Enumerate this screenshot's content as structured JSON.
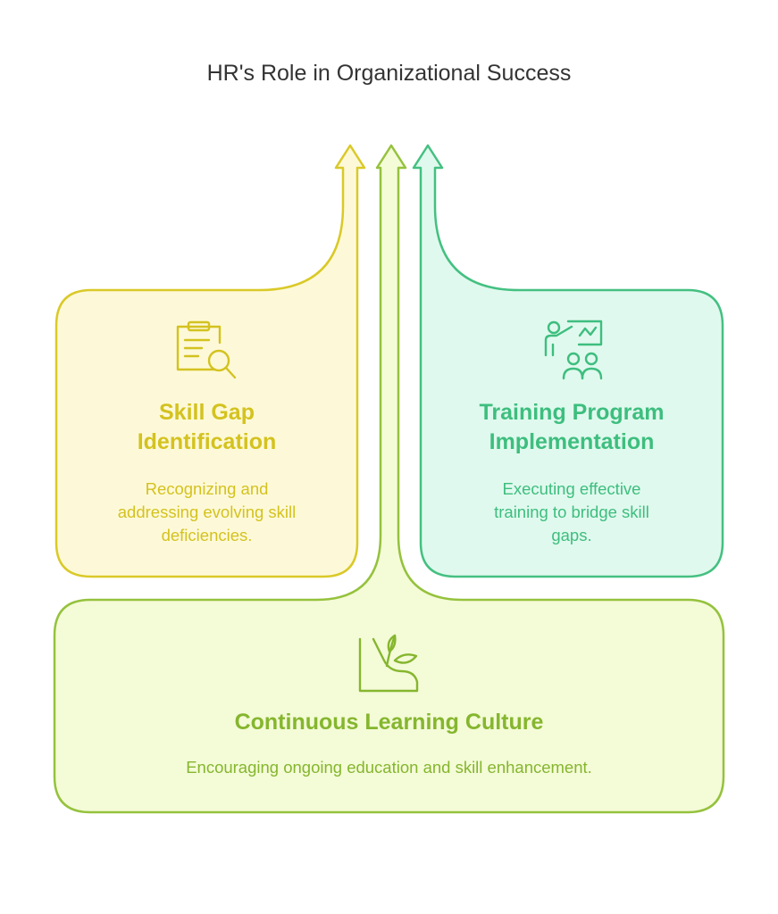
{
  "title": "HR's Role in Organizational Success",
  "blocks": {
    "skill_gap": {
      "title_line1": "Skill Gap",
      "title_line2": "Identification",
      "desc_line1": "Recognizing and",
      "desc_line2": "addressing evolving skill",
      "desc_line3": "deficiencies.",
      "icon": "clipboard-search-icon",
      "color": "#d4c21f"
    },
    "training": {
      "title_line1": "Training Program",
      "title_line2": "Implementation",
      "desc_line1": "Executing effective",
      "desc_line2": "training to bridge skill",
      "desc_line3": "gaps.",
      "icon": "presentation-audience-icon",
      "color": "#3dbe7e"
    },
    "learning": {
      "title": "Continuous Learning Culture",
      "desc": "Encouraging ongoing education and skill enhancement.",
      "icon": "plant-growth-icon",
      "color": "#85b62e"
    }
  }
}
